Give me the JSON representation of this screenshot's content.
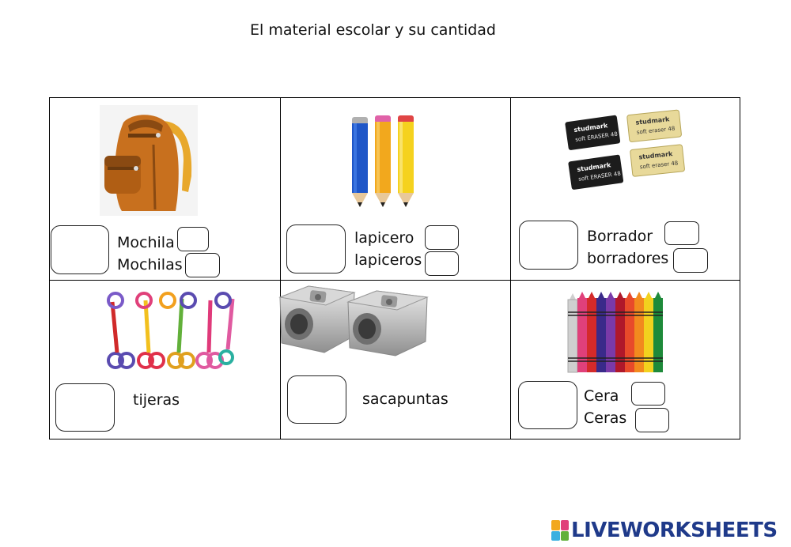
{
  "title": "El material escolar y  su cantidad",
  "cells": {
    "mochila": {
      "singular": "Mochila",
      "plural": "Mochilas"
    },
    "lapicero": {
      "singular": "lapicero",
      "plural": "lapiceros"
    },
    "borrador": {
      "singular": "Borrador",
      "plural": "borradores"
    },
    "tijeras": {
      "label": "tijeras"
    },
    "sacapuntas": {
      "label": "sacapuntas"
    },
    "cera": {
      "singular": "Cera",
      "plural": "Ceras"
    }
  },
  "eraser_brand": "studmark",
  "eraser_text_a": "soft ERASER 48",
  "eraser_text_b": "soft eraser 48",
  "footer_logo": "LIVEWORKSHEETS",
  "colors": {
    "border": "#000000",
    "logo_blue": "#1f3a8a",
    "backpack": "#c8701e",
    "backpack_dark": "#8a4a12",
    "backpack_strap": "#e8a82b"
  }
}
